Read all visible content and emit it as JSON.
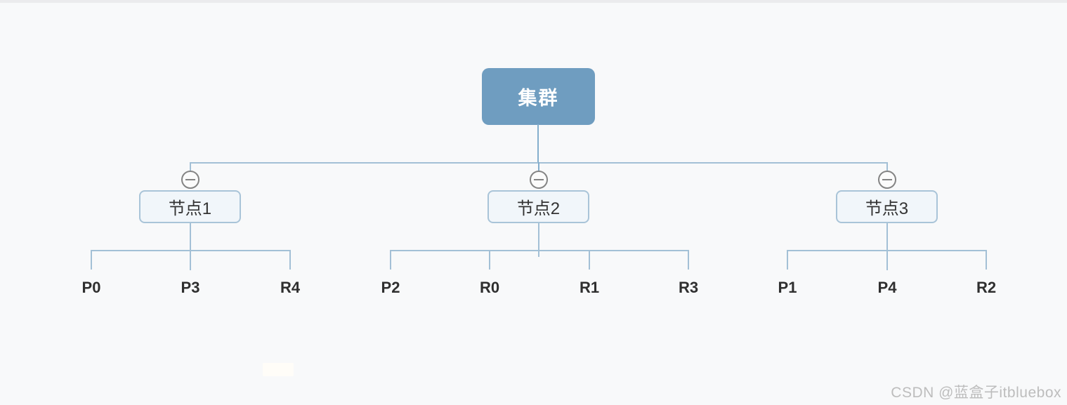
{
  "page": {
    "watermark": "CSDN @蓝盒子itbluebox"
  },
  "colors": {
    "page_bg": "#f8f9fa",
    "top_bar": "#ebebed",
    "root_fill": "#6f9dc0",
    "root_text": "#ffffff",
    "node_fill": "#f1f6fa",
    "node_border": "#a9c4d8",
    "node_text": "#333333",
    "leaf_text": "#2f2f2f",
    "line": "#a3c0d6",
    "line_strong": "#84aecd",
    "circle_border": "#848484",
    "watermark_text": "#bdbdbd"
  },
  "tree": {
    "root": {
      "label": "集群"
    },
    "nodes": [
      {
        "label": "节点1",
        "children": [
          "P0",
          "P3",
          "R4"
        ]
      },
      {
        "label": "节点2",
        "children": [
          "P2",
          "R0",
          "R1",
          "R3"
        ]
      },
      {
        "label": "节点3",
        "children": [
          "P1",
          "P4",
          "R2"
        ]
      }
    ]
  }
}
